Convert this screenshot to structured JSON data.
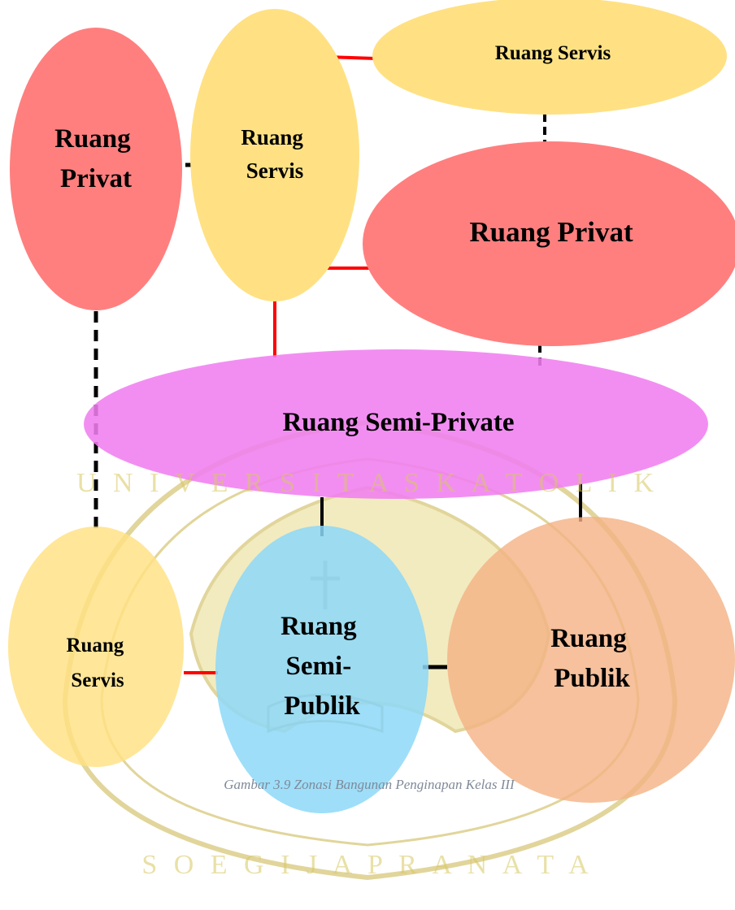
{
  "diagram": {
    "nodes": {
      "privat_left": {
        "lines": [
          "Ruang",
          "Privat"
        ],
        "color": "#ff7f7f"
      },
      "servis_center": {
        "lines": [
          "Ruang",
          "Servis"
        ],
        "color": "#ffe183"
      },
      "servis_top": {
        "lines": [
          "Ruang Servis"
        ],
        "color": "#ffe183"
      },
      "privat_right": {
        "lines": [
          "Ruang Privat"
        ],
        "color": "#ff7f7f"
      },
      "semi_private": {
        "lines": [
          "Ruang Semi-Private"
        ],
        "color": "#f07ef0"
      },
      "servis_bottom": {
        "lines": [
          "Ruang",
          "Servis"
        ],
        "color": "#ffe183"
      },
      "semi_publik": {
        "lines": [
          "Ruang",
          "Semi-",
          "Publik"
        ],
        "color": "#8dd8f8"
      },
      "publik": {
        "lines": [
          "Ruang",
          "Publik"
        ],
        "color": "#f4b183"
      }
    },
    "connector_colors": {
      "direct": "#ff0000",
      "indirect": "#000000"
    },
    "caption": "Gambar 3.9 Zonasi Bangunan Penginapan Kelas III"
  },
  "watermark": {
    "top_text": "U N I V E R S I T A S   K A T O L I K",
    "bottom_text": "S O E G I J A P R A N A T A",
    "color": "#e6cc55"
  }
}
